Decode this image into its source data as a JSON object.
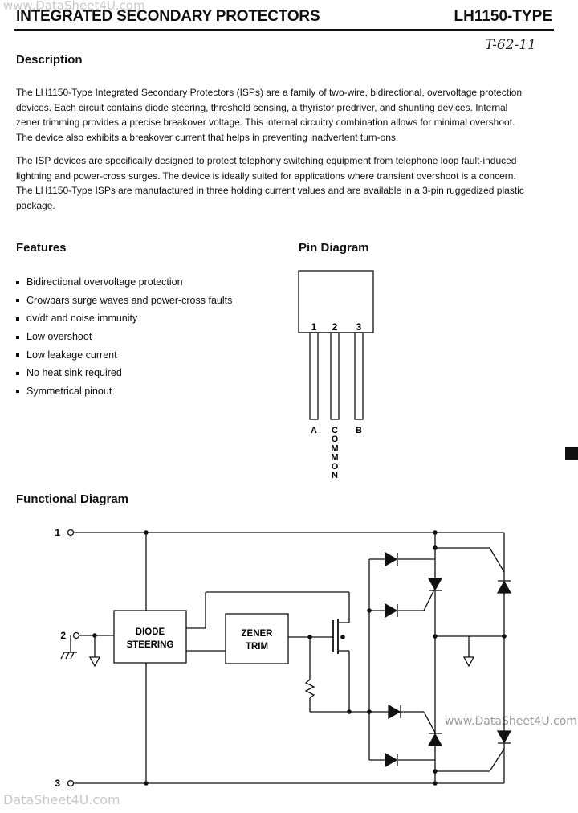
{
  "watermarks": {
    "top": "www.DataSheet4U.com",
    "middle": "www.DataSheet4U.com",
    "bottom": "DataSheet4U.com"
  },
  "header": {
    "title": "INTEGRATED SECONDARY PROTECTORS",
    "part": "LH1150-TYPE",
    "handwritten_note": "T-62-11"
  },
  "description": {
    "heading": "Description",
    "para1": [
      "The LH1150-Type Integrated Secondary Protectors (ISPs) are a family of two-wire, bidirectional, overvoltage protection",
      "devices. Each circuit contains diode steering, threshold sensing, a thyristor predriver, and shunting devices. Internal",
      "zener trimming provides a precise breakover voltage. This internal circuitry combination allows for minimal overshoot.",
      "The device also exhibits a breakover current that helps in preventing inadvertent turn-ons."
    ],
    "para2": [
      "The ISP devices are specifically designed to protect telephony switching equipment from telephone loop fault-induced",
      "lightning and power-cross surges. The device is ideally suited for applications where transient overshoot is a concern.",
      "The LH1150-Type ISPs are manufactured in three holding current values and are available in a 3-pin ruggedized plastic",
      "package."
    ]
  },
  "features": {
    "heading": "Features",
    "items": [
      "Bidirectional overvoltage protection",
      "Crowbars surge waves and power-cross faults",
      "dv/dt and noise immunity",
      "Low overshoot",
      "Low leakage current",
      "No heat sink required",
      "Symmetrical pinout"
    ]
  },
  "pin_diagram": {
    "heading": "Pin Diagram",
    "pin_numbers": [
      "1",
      "2",
      "3"
    ],
    "pin_names": [
      "A",
      "COMMON",
      "B"
    ]
  },
  "functional_diagram": {
    "heading": "Functional Diagram",
    "terminals": [
      "1",
      "2",
      "3"
    ],
    "block_diode_line1": "DIODE",
    "block_diode_line2": "STEERING",
    "block_zener_line1": "ZENER",
    "block_zener_line2": "TRIM"
  }
}
